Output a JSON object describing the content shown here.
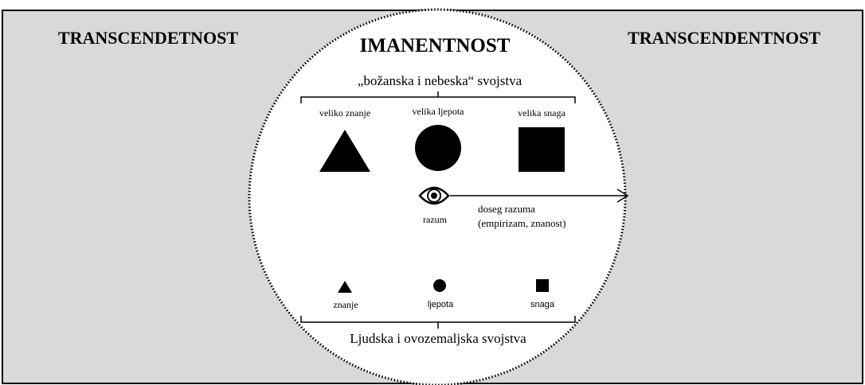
{
  "left_title": "TRANSCENDETNOST",
  "right_title": "TRANSCENDENTNOST",
  "center_title": "IMANENTNOST",
  "upper_group_label": "„božanska i nebeska“ svojstva",
  "upper_items": [
    {
      "label": "veliko znanje",
      "shape": "triangle-icon"
    },
    {
      "label": "velika ljepota",
      "shape": "circle-icon"
    },
    {
      "label": "velika snaga",
      "shape": "square-icon"
    }
  ],
  "reason": {
    "label": "razum",
    "icon": "eye-icon",
    "reach_line1": "doseg razuma",
    "reach_line2": "(empirizam, znanost)"
  },
  "lower_items": [
    {
      "label": "znanje",
      "shape": "triangle-icon"
    },
    {
      "label": "ljepota",
      "shape": "circle-icon"
    },
    {
      "label": "snaga",
      "shape": "square-icon"
    }
  ],
  "lower_group_label": "Ljudska i ovozemaljska svojstva",
  "colors": {
    "background_panel": "#d9d9d9",
    "inner_circle": "#ffffff",
    "ink": "#000000"
  }
}
